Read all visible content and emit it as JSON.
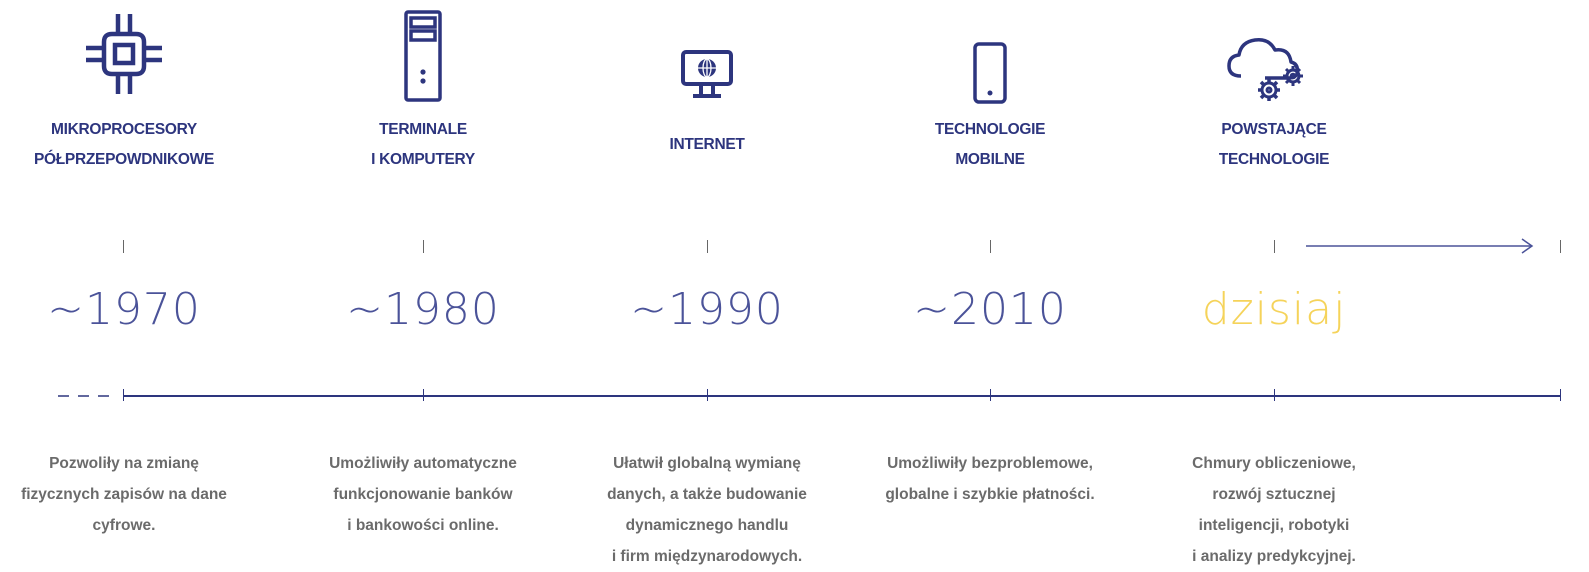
{
  "timeline": {
    "eras": [
      {
        "icon": "microchip-icon",
        "title": [
          "MIKROPROCESORY",
          "PÓŁPRZEPOWDNIKOWE"
        ],
        "year": "~1970",
        "description": [
          "Pozwoliły na zmianę",
          "fizycznych zapisów na dane",
          "cyfrowe."
        ]
      },
      {
        "icon": "computer-tower-icon",
        "title": [
          "TERMINALE",
          "I KOMPUTERY"
        ],
        "year": "~1980",
        "description": [
          "Umożliwiły automatyczne",
          "funkcjonowanie banków",
          "i bankowości online."
        ]
      },
      {
        "icon": "globe-monitor-icon",
        "title": [
          "INTERNET"
        ],
        "year": "~1990",
        "description": [
          "Ułatwił globalną wymianę",
          "danych, a także budowanie",
          "dynamicznego handlu",
          "i firm międzynarodowych."
        ]
      },
      {
        "icon": "smartphone-icon",
        "title": [
          "TECHNOLOGIE",
          "MOBILNE"
        ],
        "year": "~2010",
        "description": [
          "Umożliwiły bezproblemowe,",
          "globalne i szybkie płatności."
        ]
      },
      {
        "icon": "cloud-gears-icon",
        "title": [
          "POWSTAJĄCE",
          "TECHNOLOGIE"
        ],
        "year": "dzisiaj",
        "description": [
          "Chmury obliczeniowe,",
          "rozwój sztucznej",
          "inteligencji,  robotyki",
          "i analizy predykcyjnej."
        ]
      }
    ]
  },
  "colors": {
    "navy": "#2d357e",
    "year": "#4b5399",
    "today": "#f5d35a",
    "description": "#6b6b6b"
  }
}
